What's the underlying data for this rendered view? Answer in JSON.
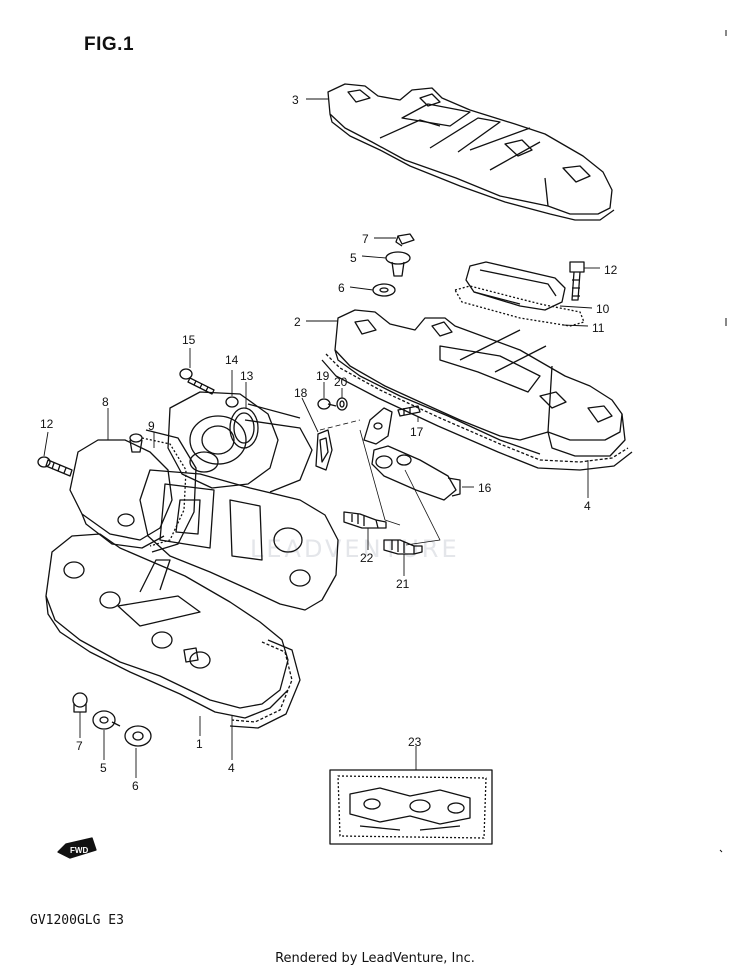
{
  "figure": {
    "title": "FIG.1",
    "model_code": "GV1200GLG E3",
    "footer": "Rendered by LeadVenture, Inc.",
    "watermark": "LEADVENTURE",
    "fwd_label": "FWD"
  },
  "callouts": [
    {
      "id": "3a",
      "label": "3"
    },
    {
      "id": "7a",
      "label": "7"
    },
    {
      "id": "5a",
      "label": "5"
    },
    {
      "id": "6a",
      "label": "6"
    },
    {
      "id": "12a",
      "label": "12"
    },
    {
      "id": "10",
      "label": "10"
    },
    {
      "id": "2",
      "label": "2"
    },
    {
      "id": "11",
      "label": "11"
    },
    {
      "id": "15",
      "label": "15"
    },
    {
      "id": "14",
      "label": "14"
    },
    {
      "id": "13",
      "label": "13"
    },
    {
      "id": "19",
      "label": "19"
    },
    {
      "id": "20",
      "label": "20"
    },
    {
      "id": "18",
      "label": "18"
    },
    {
      "id": "8",
      "label": "8"
    },
    {
      "id": "9",
      "label": "9"
    },
    {
      "id": "12b",
      "label": "12"
    },
    {
      "id": "17",
      "label": "17"
    },
    {
      "id": "16",
      "label": "16"
    },
    {
      "id": "4a",
      "label": "4"
    },
    {
      "id": "22",
      "label": "22"
    },
    {
      "id": "21",
      "label": "21"
    },
    {
      "id": "1",
      "label": "1"
    },
    {
      "id": "4b",
      "label": "4"
    },
    {
      "id": "7b",
      "label": "7"
    },
    {
      "id": "5b",
      "label": "5"
    },
    {
      "id": "6b",
      "label": "6"
    },
    {
      "id": "23",
      "label": "23"
    }
  ]
}
